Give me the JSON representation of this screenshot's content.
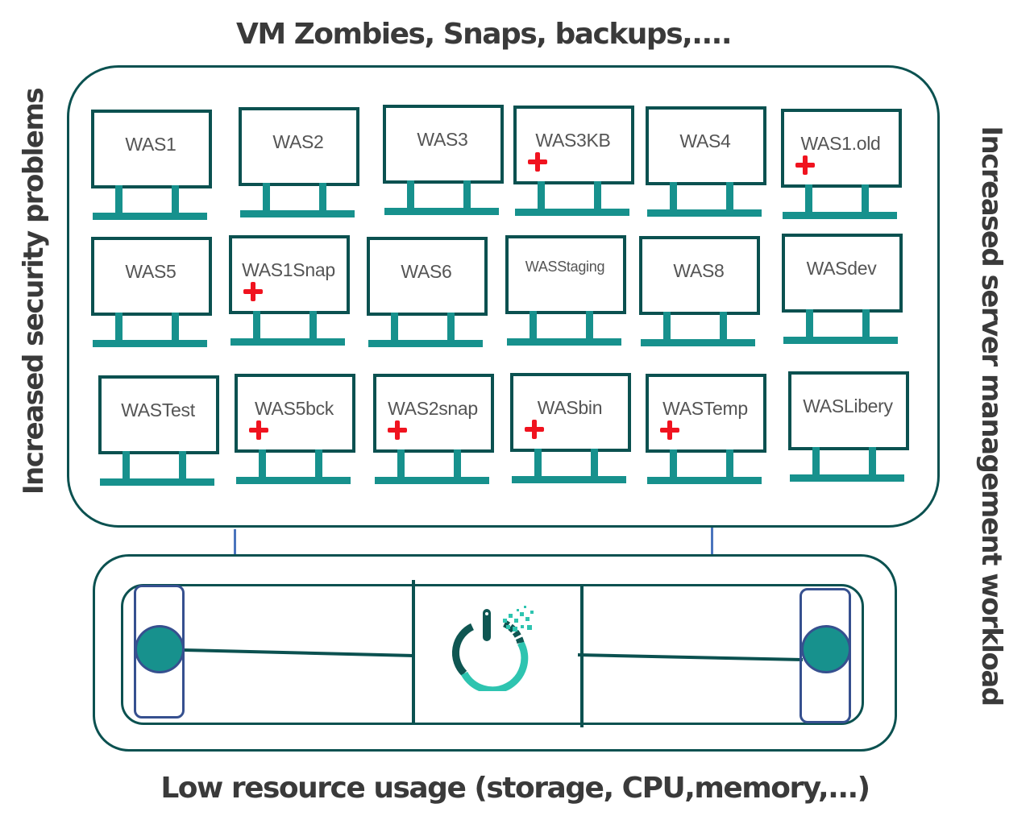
{
  "titles": {
    "top": "VM Zombies, Snaps, backups,....",
    "bottom": "Low resource usage (storage, CPU,memory,...)",
    "left": "Increased security problems",
    "right": "Increased server management workload"
  },
  "colors": {
    "frame": "#0b5150",
    "stand": "#17918d",
    "marker": "#f0131f",
    "node_border": "#36508f",
    "connector": "#4a74bd",
    "logo_dark": "#0f5652",
    "logo_light": "#2ec4b0",
    "text": "#3a3a3a"
  },
  "vms": [
    {
      "name": "WAS1",
      "flagged": false
    },
    {
      "name": "WAS2",
      "flagged": false
    },
    {
      "name": "WAS3",
      "flagged": false
    },
    {
      "name": "WAS3KB",
      "flagged": true
    },
    {
      "name": "WAS4",
      "flagged": false
    },
    {
      "name": "WAS1.old",
      "flagged": true
    },
    {
      "name": "WAS5",
      "flagged": false
    },
    {
      "name": "WAS1Snap",
      "flagged": true
    },
    {
      "name": "WAS6",
      "flagged": false
    },
    {
      "name": "WASStaging",
      "flagged": false
    },
    {
      "name": "WAS8",
      "flagged": false
    },
    {
      "name": "WASdev",
      "flagged": false
    },
    {
      "name": "WASTest",
      "flagged": false
    },
    {
      "name": "WAS5bck",
      "flagged": true
    },
    {
      "name": "WAS2snap",
      "flagged": true
    },
    {
      "name": "WASbin",
      "flagged": true
    },
    {
      "name": "WASTemp",
      "flagged": true
    },
    {
      "name": "WASLibery",
      "flagged": false
    }
  ],
  "marker_icon": "red-cross-icon",
  "host_icon": "power-logo-icon"
}
